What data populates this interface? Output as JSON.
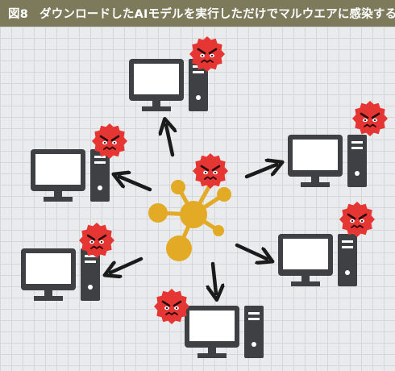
{
  "figure": {
    "label": "図8",
    "title": "ダウンロードしたAIモデルを実行しただけでマルウエアに感染する"
  },
  "colors": {
    "header_bg": "#7d7a5b",
    "computer": "#3f4043",
    "screen": "#ffffff",
    "malware": "#e63634",
    "molecule": "#e3aa26",
    "arrow": "#1b1b1b",
    "background": "#e9ebec",
    "grid": "#d3d7da"
  },
  "diagram": {
    "center_node": "ai-model-icon",
    "computers": [
      "computer-top",
      "computer-upper-right",
      "computer-lower-right",
      "computer-bottom",
      "computer-lower-left",
      "computer-upper-left"
    ],
    "infected": true,
    "malware_icon": "virus-face-icon"
  }
}
